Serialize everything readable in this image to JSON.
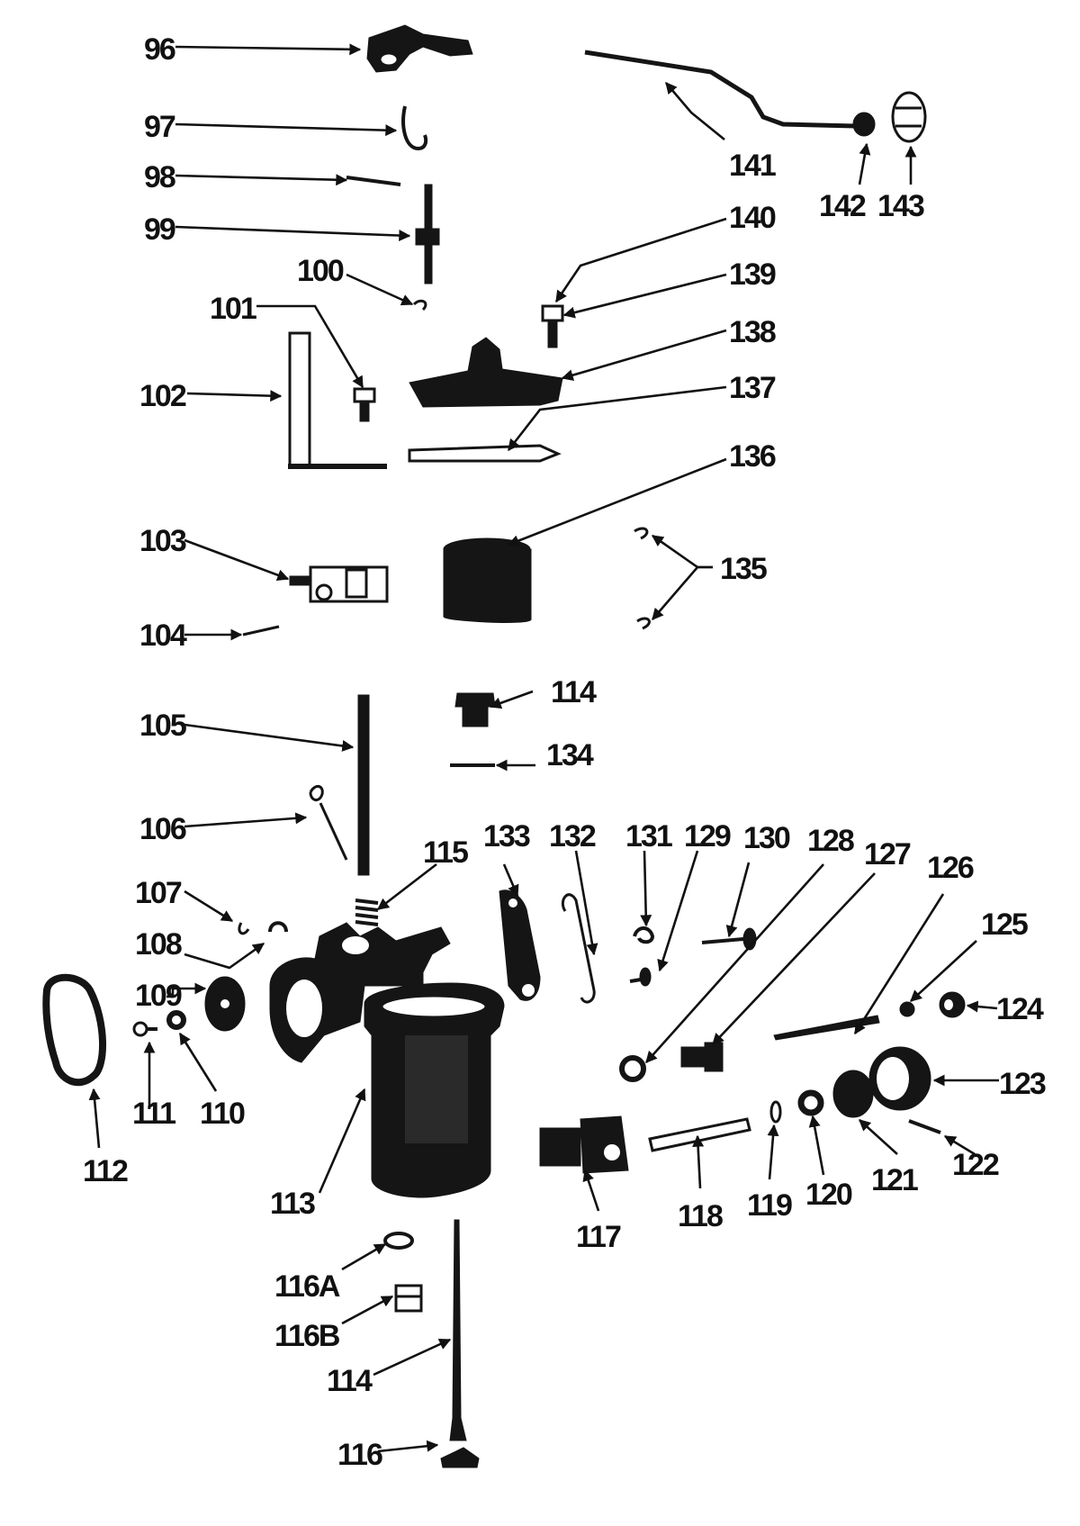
{
  "labels": {
    "p96": "96",
    "p97": "97",
    "p98": "98",
    "p99": "99",
    "p100": "100",
    "p101": "101",
    "p102": "102",
    "p103": "103",
    "p104": "104",
    "p105": "105",
    "p106": "106",
    "p107": "107",
    "p108": "108",
    "p109": "109",
    "p110": "110",
    "p111": "111",
    "p112": "112",
    "p113": "113",
    "p114a": "114",
    "p114b": "114",
    "p115": "115",
    "p116": "116",
    "p116A": "116A",
    "p116B": "116B",
    "p117": "117",
    "p118": "118",
    "p119": "119",
    "p120": "120",
    "p121": "121",
    "p122": "122",
    "p123": "123",
    "p124": "124",
    "p125a": "125",
    "p126a": "126",
    "p127": "127",
    "p128": "128",
    "p129": "129",
    "p130": "130",
    "p131": "131",
    "p132": "132",
    "p133": "133",
    "p134": "134",
    "p135": "135",
    "p136": "136",
    "p137": "137",
    "p138": "138",
    "p139": "139",
    "p140": "140",
    "p141": "141",
    "p142": "142",
    "p143": "143"
  }
}
